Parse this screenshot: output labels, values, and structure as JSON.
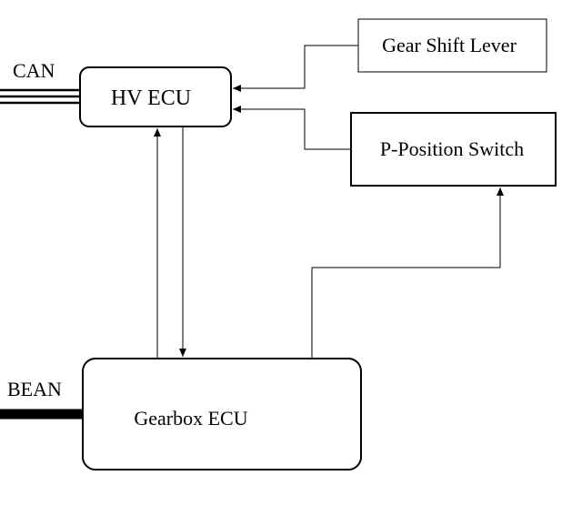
{
  "nodes": {
    "hv_ecu": "HV ECU",
    "gear_shift_lever": "Gear Shift Lever",
    "p_position_switch": "P-Position Switch",
    "gearbox_ecu": "Gearbox ECU"
  },
  "buses": {
    "can": "CAN",
    "bean": "BEAN"
  }
}
